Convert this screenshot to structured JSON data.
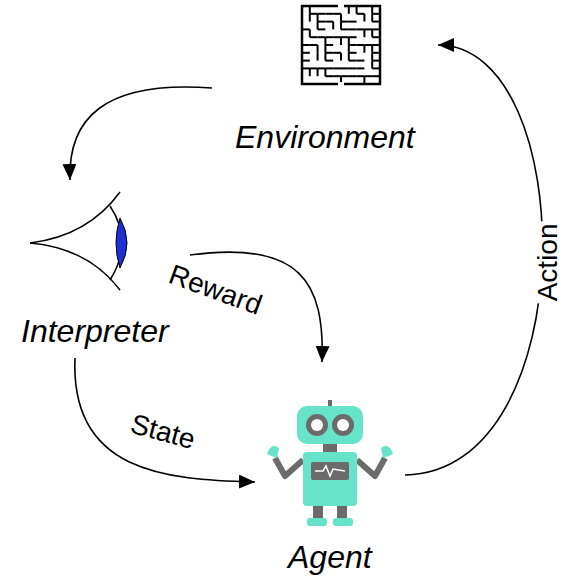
{
  "diagram": {
    "nodes": [
      {
        "text": [
          "Environment"
        ]
      },
      {
        "text": [
          "Interpreter"
        ]
      },
      {
        "text": [
          "Agent"
        ]
      }
    ],
    "edges": [
      {
        "from": 0,
        "to": 1,
        "arrow": "to"
      },
      {
        "from": 1,
        "to": 2,
        "label": "Reward",
        "arrow": "to"
      },
      {
        "from": 1,
        "to": 2,
        "label": "State",
        "arrow": "to"
      },
      {
        "from": 2,
        "to": 0,
        "label": "Action",
        "arrow": "to"
      }
    ]
  }
}
